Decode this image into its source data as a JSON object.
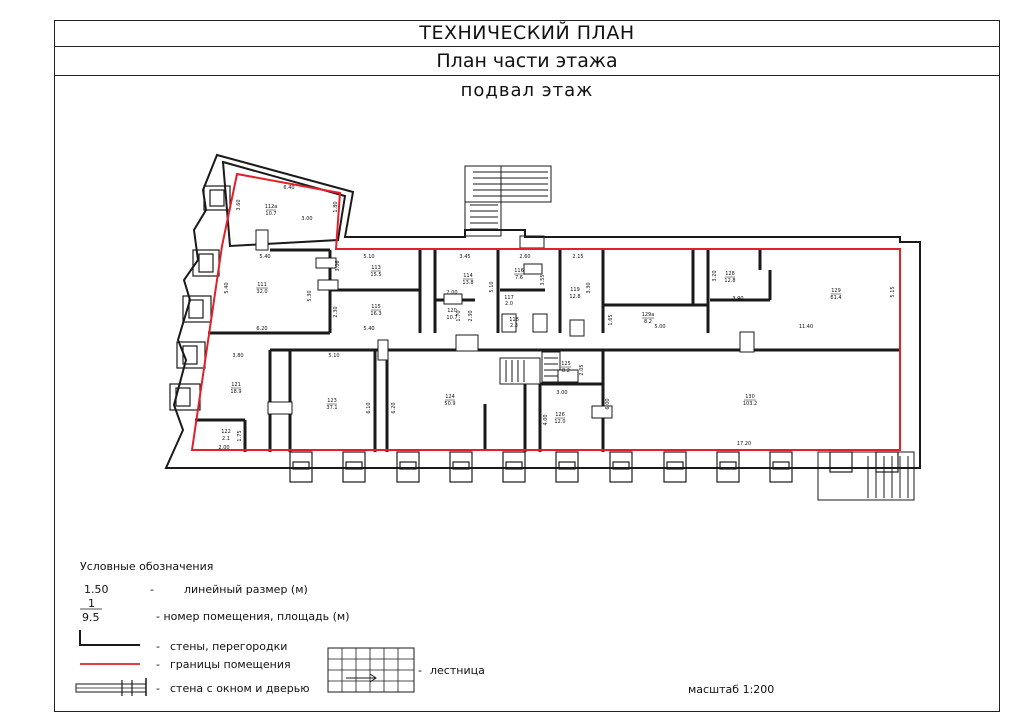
{
  "header": {
    "title": "ТЕХНИЧЕСКИЙ ПЛАН",
    "subtitle": "План части этажа",
    "floor": "подвал этаж"
  },
  "rooms": [
    {
      "num": "112a",
      "area": "10.7"
    },
    {
      "num": "111",
      "area": "32.0"
    },
    {
      "num": "113",
      "area": "15.5"
    },
    {
      "num": "115",
      "area": "16.3"
    },
    {
      "num": "114",
      "area": "13.8"
    },
    {
      "num": "116",
      "area": "7.6"
    },
    {
      "num": "117",
      "area": "2.0"
    },
    {
      "num": "118",
      "area": "2.3"
    },
    {
      "num": "119",
      "area": "12.8"
    },
    {
      "num": "120",
      "area": "10.7"
    },
    {
      "num": "128",
      "area": "12.8"
    },
    {
      "num": "129",
      "area": "61.4"
    },
    {
      "num": "129a",
      "area": "8.2"
    },
    {
      "num": "121",
      "area": "18.9"
    },
    {
      "num": "122",
      "area": "2.1"
    },
    {
      "num": "123",
      "area": "37.1"
    },
    {
      "num": "124",
      "area": "50.9"
    },
    {
      "num": "125",
      "area": "8.2"
    },
    {
      "num": "126",
      "area": "12.0"
    },
    {
      "num": "130",
      "area": "103.2"
    }
  ],
  "dimensions": [
    "6.40",
    "3.60",
    "1.80",
    "3.00",
    "5.40",
    "5.40",
    "5.30",
    "6.20",
    "5.10",
    "3.06",
    "2.30",
    "5.40",
    "3.45",
    "2.00",
    "1.70",
    "2.30",
    "5.10",
    "2.60",
    "3.55",
    "2.15",
    "3.30",
    "3.20",
    "3.90",
    "5.15",
    "1.65",
    "5.00",
    "11.40",
    "3.80",
    "5.10",
    "6.10",
    "6.20",
    "3.00",
    "2.05",
    "4.00",
    "6.00",
    "17.20",
    "2.00",
    "1.75"
  ],
  "legend": {
    "title": "Условные обозначения",
    "dim_sample": "1.50",
    "dim_label": "линейный размер (м)",
    "room_num_sample": "1",
    "room_area_sample": "9.5",
    "room_label": "- номер помещения, площадь (м)",
    "walls_label": "стены, перегородки",
    "boundary_label": "границы помещения",
    "window_label": "стена с окном и дверью",
    "stairs_label": "лестница"
  },
  "scale": "масштаб 1:200",
  "colors": {
    "boundary": "#e3202a",
    "wall": "#1a1a1a",
    "stair": "#1a1a1a"
  }
}
